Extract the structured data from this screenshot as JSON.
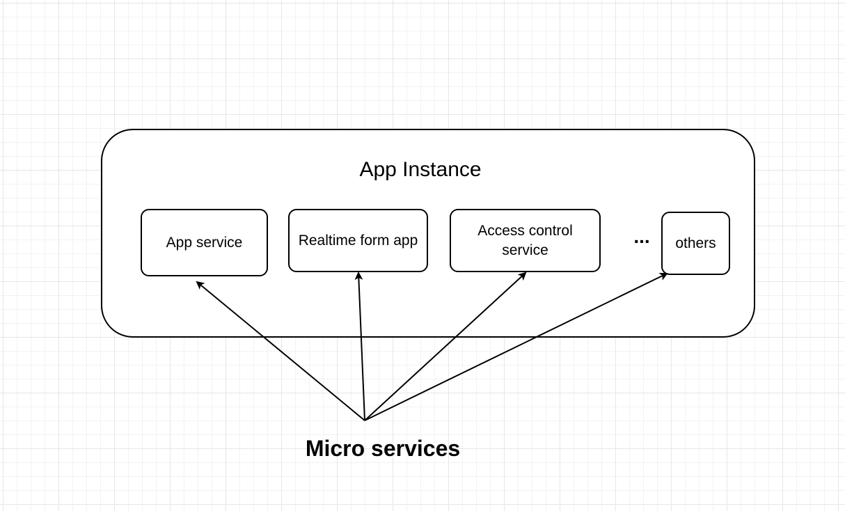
{
  "diagram": {
    "container": {
      "title": "App Instance"
    },
    "services": [
      {
        "label": "App service"
      },
      {
        "label": "Realtime form app"
      },
      {
        "label": "Access control service"
      },
      {
        "label": "others"
      }
    ],
    "ellipsis": "...",
    "source_label": "Micro services",
    "colors": {
      "stroke": "#000000",
      "fill": "#ffffff",
      "grid": "#e6e6e6"
    }
  }
}
